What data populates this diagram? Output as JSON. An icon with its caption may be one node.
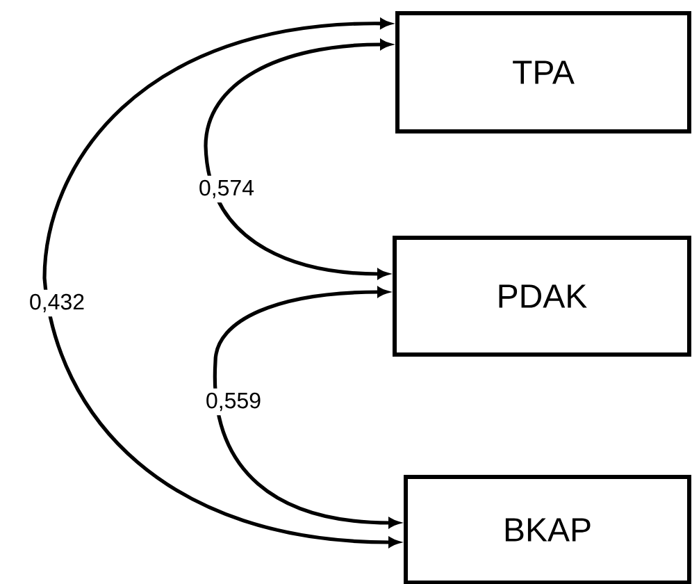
{
  "diagram": {
    "nodes": [
      {
        "text": [
          "TPA"
        ]
      },
      {
        "text": [
          "PDAK"
        ]
      },
      {
        "text": [
          "BKAP"
        ]
      }
    ],
    "edges": [
      {
        "from": 0,
        "to": 2,
        "arrow": "both",
        "label": "0,432"
      },
      {
        "from": 0,
        "to": 1,
        "arrow": "both",
        "label": "0,574"
      },
      {
        "from": 1,
        "to": 2,
        "arrow": "both",
        "label": "0,559"
      }
    ]
  }
}
